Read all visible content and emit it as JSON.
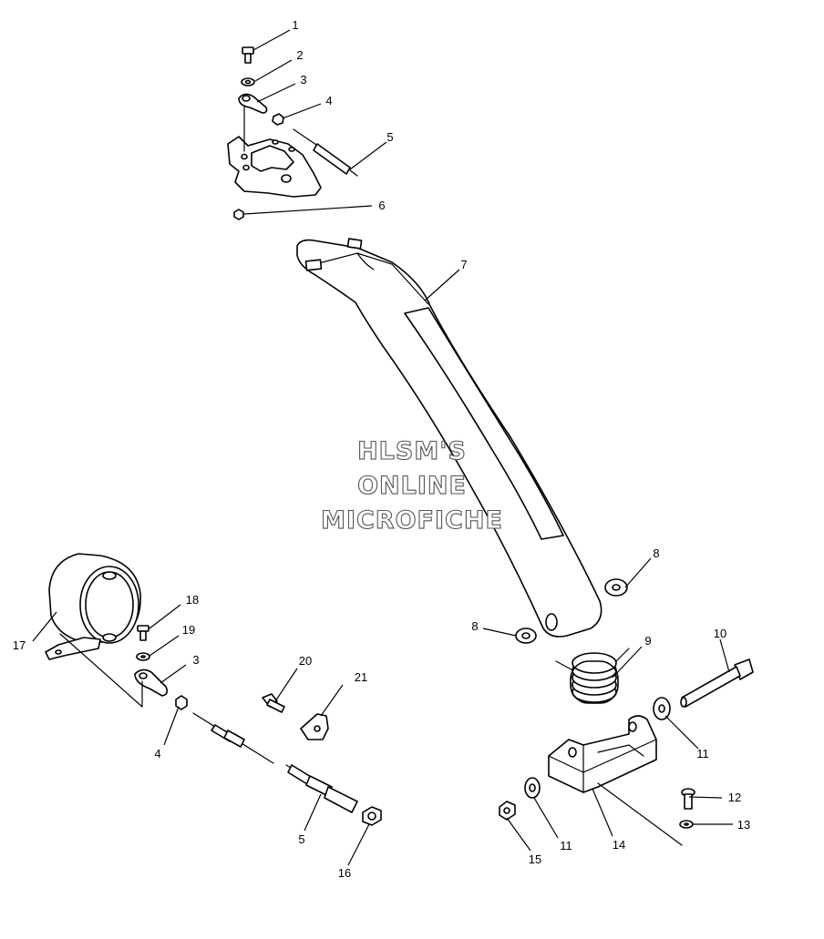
{
  "watermark": {
    "line1": "HLSM'S",
    "line2": "ONLINE",
    "line3": "MICROFICHE"
  },
  "callouts": {
    "c1": "1",
    "c2": "2",
    "c3a": "3",
    "c4a": "4",
    "c5a": "5",
    "c6": "6",
    "c7": "7",
    "c8a": "8",
    "c8b": "8",
    "c9": "9",
    "c10": "10",
    "c11a": "11",
    "c11b": "11",
    "c12": "12",
    "c13": "13",
    "c14": "14",
    "c15": "15",
    "c16": "16",
    "c17": "17",
    "c18": "18",
    "c19": "19",
    "c3b": "3",
    "c20": "20",
    "c21": "21",
    "c4b": "4",
    "c5b": "5"
  },
  "colors": {
    "line": "#000000",
    "background": "#ffffff",
    "watermark_stroke": "#555555"
  }
}
